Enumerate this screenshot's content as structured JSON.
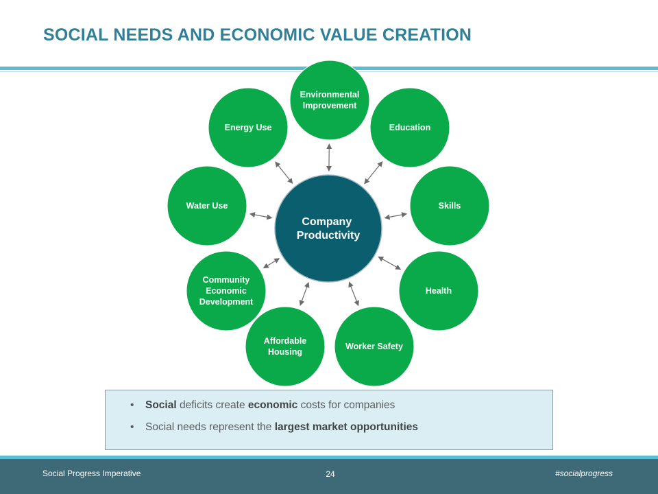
{
  "slide": {
    "title": "SOCIAL NEEDS AND ECONOMIC VALUE CREATION",
    "colors": {
      "accent": "#5bbcd3",
      "title": "#2e7f97",
      "node": "#0aaa4a",
      "hub": "#0b5e6e",
      "footer": "#3e6a78",
      "callout_bg": "#dbeef4"
    }
  },
  "diagram": {
    "hub": {
      "lines": [
        "Company",
        "Productivity"
      ]
    },
    "nodes": [
      {
        "id": "environmental-improvement",
        "lines": [
          "Environmental",
          "Improvement"
        ]
      },
      {
        "id": "education",
        "lines": [
          "Education"
        ]
      },
      {
        "id": "skills",
        "lines": [
          "Skills"
        ]
      },
      {
        "id": "health",
        "lines": [
          "Health"
        ]
      },
      {
        "id": "worker-safety",
        "lines": [
          "Worker Safety"
        ]
      },
      {
        "id": "affordable-housing",
        "lines": [
          "Affordable",
          "Housing"
        ]
      },
      {
        "id": "community-economic-development",
        "lines": [
          "Community",
          "Economic",
          "Development"
        ]
      },
      {
        "id": "water-use",
        "lines": [
          "Water Use"
        ]
      },
      {
        "id": "energy-use",
        "lines": [
          "Energy Use"
        ]
      }
    ]
  },
  "callout": {
    "bullet1": {
      "a": "Social",
      "b": " deficits create ",
      "c": "economic",
      "d": " costs for companies"
    },
    "bullet2": {
      "a": "Social needs represent the ",
      "b": "largest market opportunities"
    }
  },
  "footer": {
    "left": "Social Progress Imperative",
    "page": "24",
    "right": "#socialprogress"
  }
}
